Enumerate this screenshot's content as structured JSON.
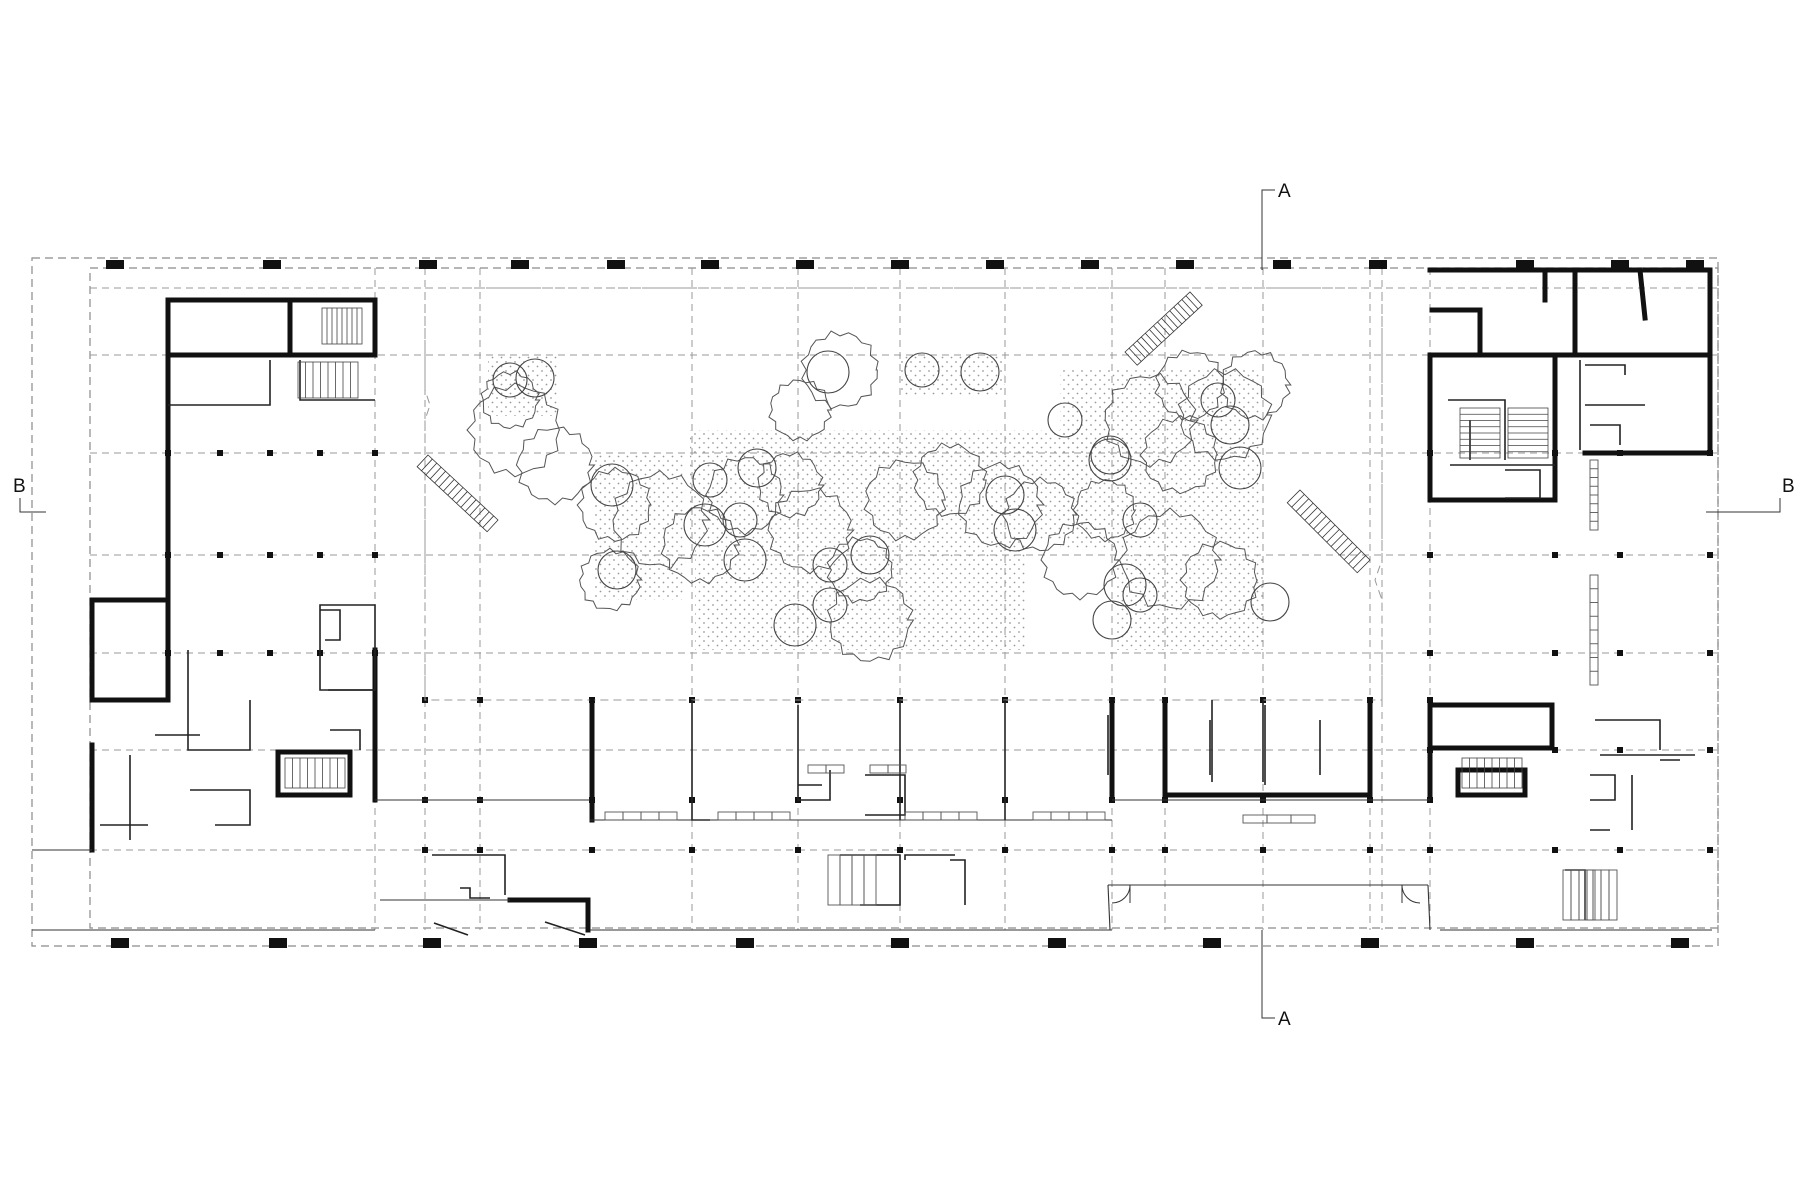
{
  "section_markers": {
    "a_top": "A",
    "a_bottom": "A",
    "b_left": "B",
    "b_right": "B"
  },
  "colors": {
    "background": "#ffffff",
    "wall": "#111111",
    "thin_line": "#222222",
    "dashed_grid": "#8a8a8a",
    "tree_line": "#555555",
    "stipple": "#9a9a9a"
  },
  "icons": {
    "tree": "tree-canopy-icon",
    "stair": "stair-icon",
    "column": "column-block-icon"
  }
}
